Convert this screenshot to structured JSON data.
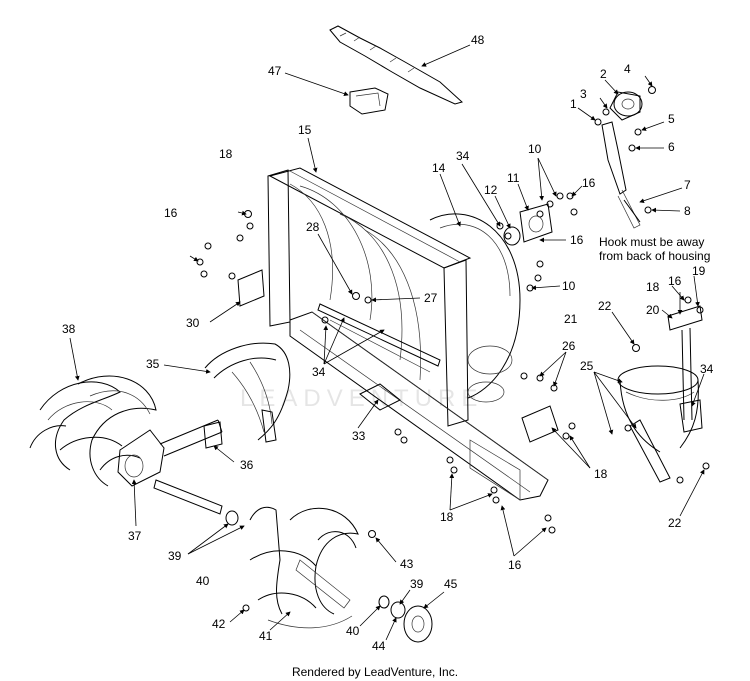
{
  "diagram": {
    "callouts": [
      "48",
      "47",
      "2",
      "4",
      "3",
      "1",
      "5",
      "6",
      "7",
      "8",
      "15",
      "18",
      "14",
      "34",
      "12",
      "11",
      "10",
      "16",
      "16",
      "16",
      "28",
      "27",
      "10",
      "30",
      "38",
      "35",
      "34",
      "21",
      "22",
      "18",
      "16",
      "19",
      "20",
      "26",
      "34",
      "25",
      "33",
      "36",
      "37",
      "18",
      "18",
      "39",
      "40",
      "43",
      "39",
      "45",
      "42",
      "41",
      "40",
      "44",
      "16",
      "22"
    ],
    "note_lines": [
      "Hook must be away",
      "from back of housing"
    ],
    "watermark": "LEADVENTURE",
    "footer": "Rendered by LeadVenture, Inc."
  }
}
